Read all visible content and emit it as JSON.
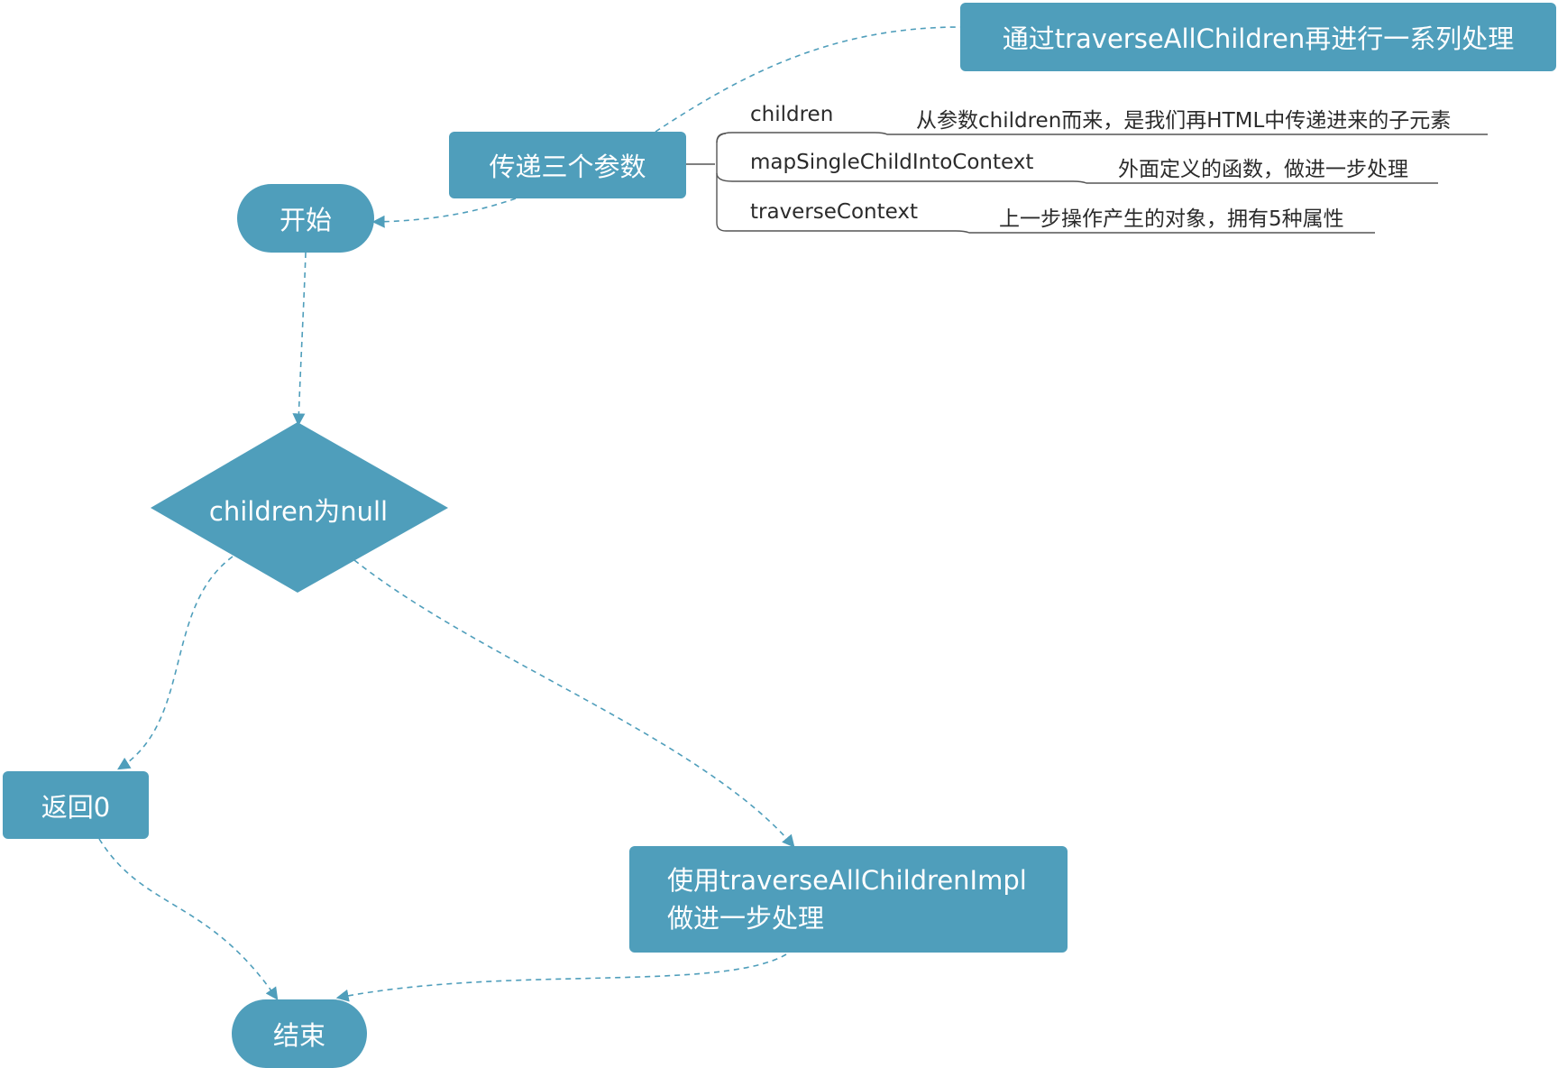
{
  "colors": {
    "node_fill": "#4f9ebb",
    "node_text": "#ffffff",
    "connector": "#4f9ebb",
    "param_text": "#2b2b2b",
    "param_line": "#555555",
    "background": "#ffffff"
  },
  "nodes": {
    "note": "通过traverseAllChildren再进行一系列处理",
    "params": "传递三个参数",
    "start": "开始",
    "decision": "children为null",
    "return0": "返回0",
    "impl_line1": "使用traverseAllChildrenImpl",
    "impl_line2": "做进一步处理",
    "end": "结束"
  },
  "parameters": [
    {
      "name": "children",
      "description": "从参数children而来，是我们再HTML中传递进来的子元素"
    },
    {
      "name": "mapSingleChildIntoContext",
      "description": "外面定义的函数，做进一步处理"
    },
    {
      "name": "traverseContext",
      "description": "上一步操作产生的对象，拥有5种属性"
    }
  ]
}
